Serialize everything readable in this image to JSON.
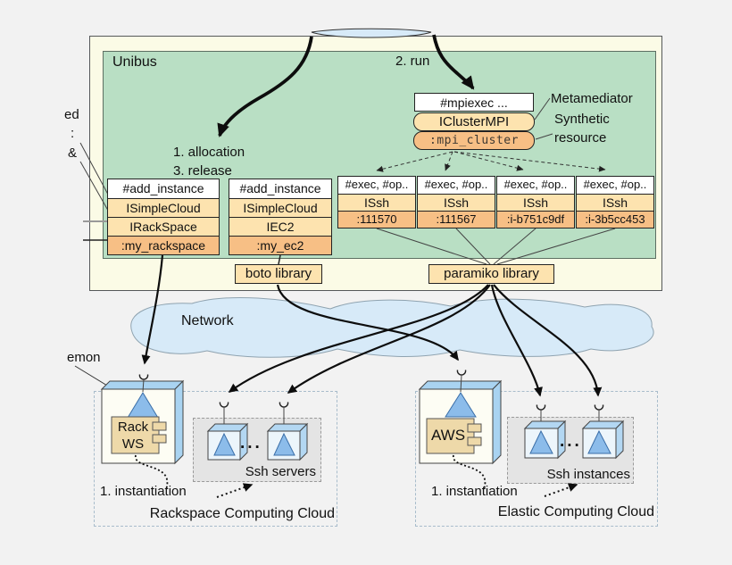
{
  "colors": {
    "panel_yellow": "#fbfbe6",
    "panel_green": "#b9dfc4",
    "row_orange_light": "#fde3af",
    "row_orange_dark": "#f7bf85",
    "network_blue": "#d7eaf8",
    "triangle_blue": "#8cbcea",
    "gray_zone": "#e4e4e4"
  },
  "unibus": {
    "title": "Unibus",
    "run_label": "2. run",
    "allocation_label": "1. allocation",
    "release_label": "3. release",
    "metamediator": {
      "command": "#mpiexec ...",
      "interface": "IClusterMPI",
      "resource": ":mpi_cluster",
      "callout_1": "Metamediator",
      "callout_2a": "Synthetic",
      "callout_2b": "resource"
    },
    "cloud_mediators": [
      {
        "rows": [
          "#add_instance",
          "ISimpleCloud",
          "IRackSpace",
          ":my_rackspace"
        ]
      },
      {
        "rows": [
          "#add_instance",
          "ISimpleCloud",
          "IEC2",
          ":my_ec2"
        ]
      }
    ],
    "ssh_mediators": [
      {
        "ops": "#exec, #op..",
        "interface": "ISsh",
        "id": ":111570"
      },
      {
        "ops": "#exec, #op..",
        "interface": "ISsh",
        "id": ":111567"
      },
      {
        "ops": "#exec, #op..",
        "interface": "ISsh",
        "id": ":i-b751c9df"
      },
      {
        "ops": "#exec, #op..",
        "interface": "ISsh",
        "id": ":i-3b5cc453"
      }
    ],
    "boto_label": "boto library",
    "paramiko_label": "paramiko library"
  },
  "network_label": "Network",
  "rackspace_cloud": {
    "component_line1": "Rack",
    "component_line2": "WS",
    "servers_label": "Ssh servers",
    "ellipsis": "...",
    "instantiation_label": "1. instantiation",
    "title": "Rackspace Computing Cloud"
  },
  "elastic_cloud": {
    "component_label": "AWS",
    "instances_label": "Ssh instances",
    "ellipsis": "...",
    "instantiation_label": "1. instantiation",
    "title": "Elastic Computing Cloud"
  },
  "edge_fragments": {
    "top": "ed",
    "colon": ":",
    "amp": "&",
    "daemon": "emon"
  }
}
